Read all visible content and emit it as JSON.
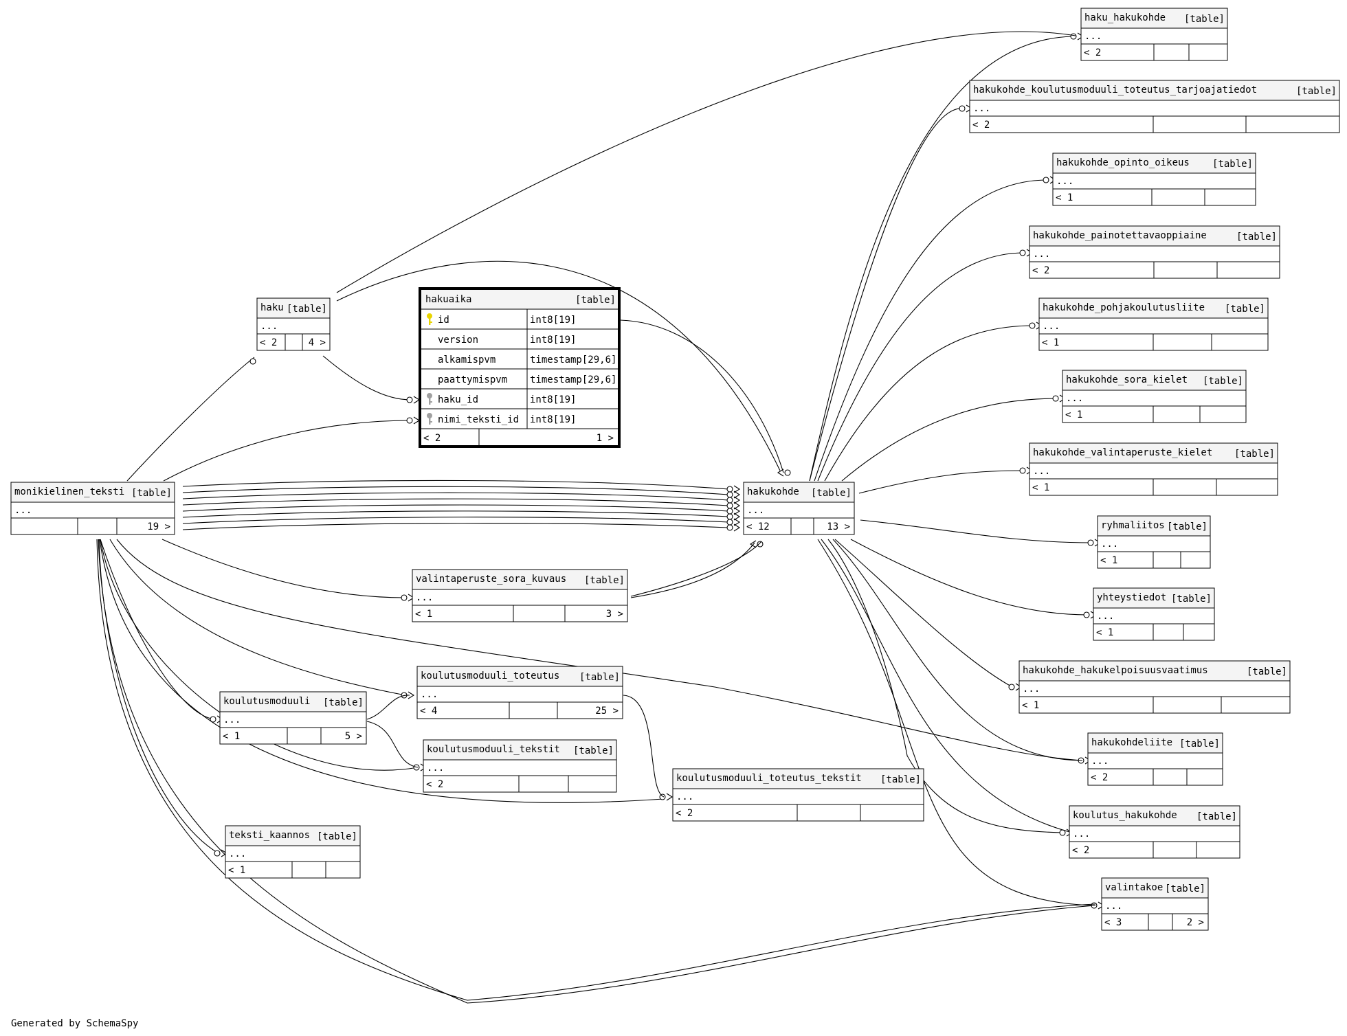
{
  "credit": "Generated by SchemaSpy",
  "tables": [
    {
      "id": "haku_hakukohde",
      "name": "haku_hakukohde",
      "tag": "[table]",
      "body": "...",
      "foot": [
        "< 2",
        "",
        ""
      ]
    },
    {
      "id": "hakukohde_koulutusmoduuli_toteutus_tarjoajatiedot",
      "name": "hakukohde_koulutusmoduuli_toteutus_tarjoajatiedot",
      "tag": "[table]",
      "body": "...",
      "foot": [
        "< 2",
        "",
        ""
      ]
    },
    {
      "id": "hakukohde_opinto_oikeus",
      "name": "hakukohde_opinto_oikeus",
      "tag": "[table]",
      "body": "...",
      "foot": [
        "< 1",
        "",
        ""
      ]
    },
    {
      "id": "hakukohde_painotettavaoppiaine",
      "name": "hakukohde_painotettavaoppiaine",
      "tag": "[table]",
      "body": "...",
      "foot": [
        "< 2",
        "",
        ""
      ]
    },
    {
      "id": "hakukohde_pohjakoulutusliite",
      "name": "hakukohde_pohjakoulutusliite",
      "tag": "[table]",
      "body": "...",
      "foot": [
        "< 1",
        "",
        ""
      ]
    },
    {
      "id": "hakukohde_sora_kielet",
      "name": "hakukohde_sora_kielet",
      "tag": "[table]",
      "body": "...",
      "foot": [
        "< 1",
        "",
        ""
      ]
    },
    {
      "id": "hakukohde_valintaperuste_kielet",
      "name": "hakukohde_valintaperuste_kielet",
      "tag": "[table]",
      "body": "...",
      "foot": [
        "< 1",
        "",
        ""
      ]
    },
    {
      "id": "ryhmaliitos",
      "name": "ryhmaliitos",
      "tag": "[table]",
      "body": "...",
      "foot": [
        "< 1",
        "",
        ""
      ]
    },
    {
      "id": "yhteystiedot",
      "name": "yhteystiedot",
      "tag": "[table]",
      "body": "...",
      "foot": [
        "< 1",
        "",
        ""
      ]
    },
    {
      "id": "hakukohde_hakukelpoisuusvaatimus",
      "name": "hakukohde_hakukelpoisuusvaatimus",
      "tag": "[table]",
      "body": "...",
      "foot": [
        "< 1",
        "",
        ""
      ]
    },
    {
      "id": "hakukohdeliite",
      "name": "hakukohdeliite",
      "tag": "[table]",
      "body": "...",
      "foot": [
        "< 2",
        "",
        ""
      ]
    },
    {
      "id": "koulutus_hakukohde",
      "name": "koulutus_hakukohde",
      "tag": "[table]",
      "body": "...",
      "foot": [
        "< 2",
        "",
        ""
      ]
    },
    {
      "id": "valintakoe",
      "name": "valintakoe",
      "tag": "[table]",
      "body": "...",
      "foot": [
        "< 3",
        "",
        "2 >"
      ]
    },
    {
      "id": "haku",
      "name": "haku",
      "tag": "[table]",
      "body": "...",
      "foot": [
        "< 2",
        "",
        "4 >"
      ]
    },
    {
      "id": "monikielinen_teksti",
      "name": "monikielinen_teksti",
      "tag": "[table]",
      "body": "...",
      "foot": [
        "",
        "",
        "19 >"
      ]
    },
    {
      "id": "hakukohde",
      "name": "hakukohde",
      "tag": "[table]",
      "body": "...",
      "foot": [
        "< 12",
        "",
        "13 >"
      ]
    },
    {
      "id": "valintaperuste_sora_kuvaus",
      "name": "valintaperuste_sora_kuvaus",
      "tag": "[table]",
      "body": "...",
      "foot": [
        "< 1",
        "",
        "3 >"
      ]
    },
    {
      "id": "koulutusmoduuli_toteutus",
      "name": "koulutusmoduuli_toteutus",
      "tag": "[table]",
      "body": "...",
      "foot": [
        "< 4",
        "",
        "25 >"
      ]
    },
    {
      "id": "koulutusmoduuli",
      "name": "koulutusmoduuli",
      "tag": "[table]",
      "body": "...",
      "foot": [
        "< 1",
        "",
        "5 >"
      ]
    },
    {
      "id": "koulutusmoduuli_tekstit",
      "name": "koulutusmoduuli_tekstit",
      "tag": "[table]",
      "body": "...",
      "foot": [
        "< 2",
        "",
        ""
      ]
    },
    {
      "id": "koulutusmoduuli_toteutus_tekstit",
      "name": "koulutusmoduuli_toteutus_tekstit",
      "tag": "[table]",
      "body": "...",
      "foot": [
        "< 2",
        "",
        ""
      ]
    },
    {
      "id": "teksti_kaannos",
      "name": "teksti_kaannos",
      "tag": "[table]",
      "body": "...",
      "foot": [
        "< 1",
        "",
        ""
      ]
    }
  ],
  "focus_table": {
    "name": "hakuaika",
    "tag": "[table]",
    "columns": [
      {
        "name": "id",
        "type": "int8[19]",
        "key": "primary-key-icon"
      },
      {
        "name": "version",
        "type": "int8[19]",
        "key": ""
      },
      {
        "name": "alkamispvm",
        "type": "timestamp[29,6]",
        "key": ""
      },
      {
        "name": "paattymispvm",
        "type": "timestamp[29,6]",
        "key": ""
      },
      {
        "name": "haku_id",
        "type": "int8[19]",
        "key": "foreign-key-icon"
      },
      {
        "name": "nimi_teksti_id",
        "type": "int8[19]",
        "key": "foreign-key-icon"
      }
    ],
    "foot": [
      "< 2",
      "",
      "1 >"
    ]
  },
  "colors": {
    "primary_key": "#e8d400",
    "foreign_key": "#a0a0a0",
    "header_fill": "#f4f4f4"
  }
}
